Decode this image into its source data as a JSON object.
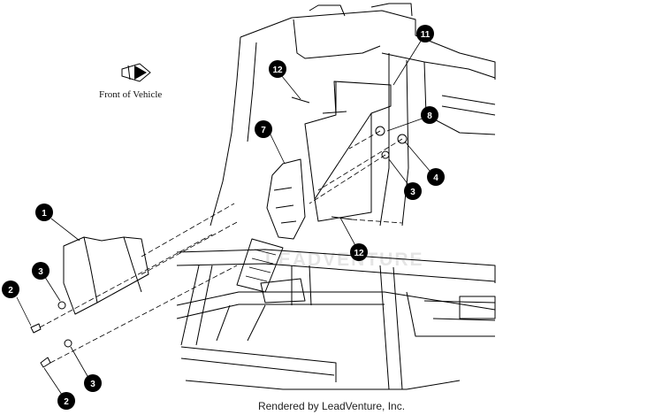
{
  "orientation": {
    "label": "Front of Vehicle",
    "icon": "front-arrow-icon"
  },
  "watermark": "LEADVENTURE",
  "footer": "Rendered by LeadVenture, Inc.",
  "callouts": [
    "1",
    "2",
    "3",
    "3",
    "2",
    "7",
    "12",
    "11",
    "8",
    "4",
    "3",
    "12"
  ],
  "colors": {
    "line": "#000000",
    "callout_fill": "#000000",
    "callout_text": "#ffffff"
  }
}
